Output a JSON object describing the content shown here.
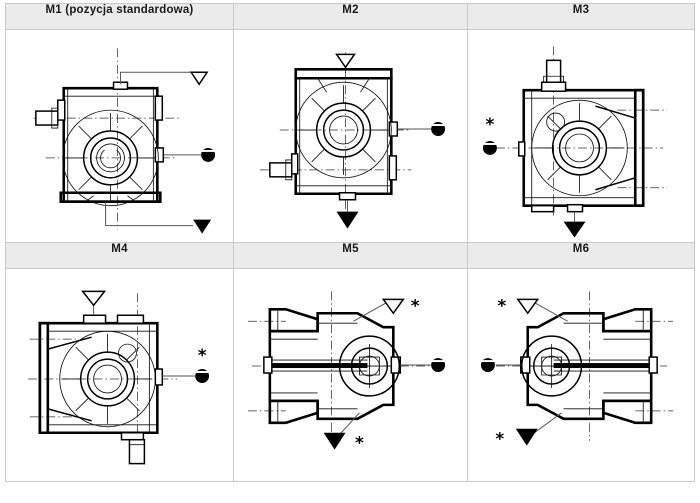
{
  "document": {
    "type": "mounting-position-table",
    "rows": 2,
    "columns": 3,
    "background": "#ffffff",
    "header_background": "#ebebeb",
    "border_color": "#c9c9c9",
    "line_color": "#000000"
  },
  "symbols": {
    "vent": {
      "name": "vent-plug",
      "glyph": "hollow-triangle-down"
    },
    "level": {
      "name": "oil-level-plug",
      "glyph": "filled-circle"
    },
    "drain": {
      "name": "drain-plug",
      "glyph": "filled-triangle-down"
    },
    "note": {
      "name": "asterisk-note",
      "glyph": "*",
      "text": "*"
    }
  },
  "cells": [
    {
      "id": "m1",
      "label": "M1 (pozycja standardowa)",
      "view": "front-upright",
      "plugs": [
        {
          "type": "vent",
          "position": "top-right",
          "leader": true,
          "asterisk": false
        },
        {
          "type": "level",
          "position": "middle-right",
          "leader": true,
          "asterisk": false
        },
        {
          "type": "drain",
          "position": "bottom-right",
          "leader": true,
          "asterisk": false
        }
      ]
    },
    {
      "id": "m2",
      "label": "M2",
      "view": "front-inverted",
      "plugs": [
        {
          "type": "vent",
          "position": "top-center",
          "leader": false,
          "asterisk": false
        },
        {
          "type": "level",
          "position": "middle-right",
          "leader": true,
          "asterisk": false
        },
        {
          "type": "drain",
          "position": "bottom-center",
          "leader": true,
          "asterisk": false
        }
      ]
    },
    {
      "id": "m3",
      "label": "M3",
      "view": "shaft-up",
      "plugs": [
        {
          "type": "level",
          "position": "middle-left",
          "leader": false,
          "asterisk": true
        },
        {
          "type": "drain",
          "position": "bottom-center",
          "leader": true,
          "asterisk": false
        }
      ]
    },
    {
      "id": "m4",
      "label": "M4",
      "view": "shaft-down",
      "plugs": [
        {
          "type": "vent",
          "position": "top-center",
          "leader": true,
          "asterisk": false
        },
        {
          "type": "level",
          "position": "middle-right",
          "leader": true,
          "asterisk": true
        }
      ]
    },
    {
      "id": "m5",
      "label": "M5",
      "view": "plan-shaft-right",
      "plugs": [
        {
          "type": "vent",
          "position": "top-right",
          "leader": true,
          "asterisk": true
        },
        {
          "type": "level",
          "position": "middle-right",
          "leader": true,
          "asterisk": false
        },
        {
          "type": "drain",
          "position": "bottom-center",
          "leader": true,
          "asterisk": true
        }
      ]
    },
    {
      "id": "m6",
      "label": "M6",
      "view": "plan-shaft-left",
      "plugs": [
        {
          "type": "vent",
          "position": "top-left",
          "leader": true,
          "asterisk": true
        },
        {
          "type": "level",
          "position": "middle-left",
          "leader": true,
          "asterisk": false
        },
        {
          "type": "drain",
          "position": "bottom-left",
          "leader": true,
          "asterisk": true
        }
      ]
    }
  ]
}
